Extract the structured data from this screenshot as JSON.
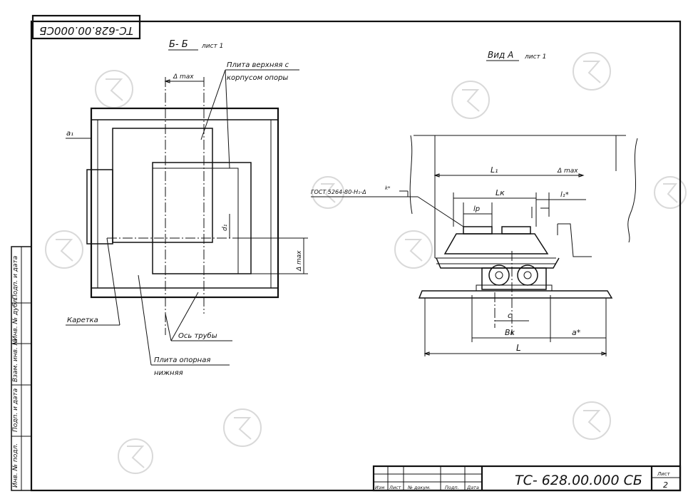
{
  "sheet": {
    "code_rotated": "ТС-628.00.000СБ",
    "code_main": "ТС- 628.00.000 СБ",
    "sheet_label": "Лист",
    "sheet_number": "2"
  },
  "section_bb": {
    "title": "Б- Б",
    "ref": "лист 1",
    "delta_max_top": "Δ max",
    "delta_max_side": "Δ max",
    "a1": "a₁",
    "d1": "d₁",
    "upper_plate_line1": "Плита верхняя с",
    "upper_plate_line2": "корпусом опоры",
    "carriage": "Каретка",
    "pipe_axis": "Ось трубы",
    "lower_plate_line1": "Плита опорная",
    "lower_plate_line2": "нижняя"
  },
  "view_a": {
    "title": "Вид А",
    "ref": "лист 1",
    "L1": "L₁",
    "delta_max": "Δ max",
    "gost": "ГОСТ 5264-80-Н₁-Δ",
    "gost_sup": "k*",
    "Lk": "Lк",
    "l1": "l₁*",
    "lp": "lр",
    "c": "с",
    "Bk": "Bк",
    "a_star": "a*",
    "L": "L"
  },
  "title_block": {
    "headers": [
      "Изм",
      "Лист",
      "№ докум.",
      "Подп.",
      "Дата"
    ]
  },
  "side_stamp": {
    "cells": [
      "Подп. и дата",
      "Инв. № дубл.",
      "Взам. инв. №",
      "Подп. и дата",
      "Инв. № подл."
    ]
  }
}
